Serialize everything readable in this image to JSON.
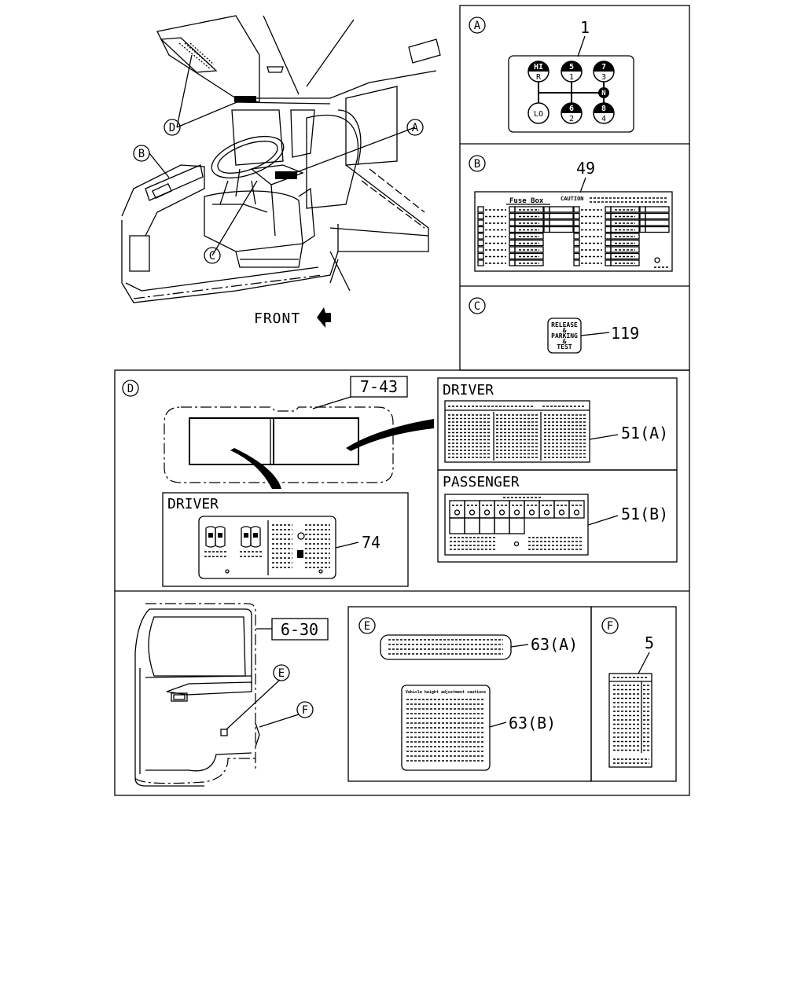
{
  "callouts": {
    "a": "A",
    "b": "B",
    "c": "C",
    "d": "D",
    "e": "E",
    "f": "F"
  },
  "cab": {
    "front_label": "FRONT"
  },
  "panel_a": {
    "label": "A",
    "part_no": "1",
    "shift_positions": [
      {
        "top": "HI",
        "bottom": "R"
      },
      {
        "top": "5",
        "bottom": "1"
      },
      {
        "top": "7",
        "bottom": "3"
      },
      {
        "top": "N",
        "bottom": ""
      },
      {
        "top": "",
        "bottom": "LO"
      },
      {
        "top": "6",
        "bottom": "2"
      },
      {
        "top": "8",
        "bottom": "4"
      }
    ]
  },
  "panel_b": {
    "label": "B",
    "part_no": "49",
    "title": "Fuse Box",
    "caution": "CAUTION"
  },
  "panel_c": {
    "label": "C",
    "part_no": "119",
    "tag_lines": [
      "RELEASE",
      "&",
      "PARKING",
      "&",
      "TEST"
    ]
  },
  "panel_d": {
    "label": "D",
    "ref": "7-43",
    "driver_top": {
      "title": "DRIVER",
      "part_no": "51(A)"
    },
    "passenger": {
      "title": "PASSENGER",
      "part_no": "51(B)"
    },
    "driver_bottom": {
      "title": "DRIVER",
      "part_no": "74"
    }
  },
  "door": {
    "ref": "6-30",
    "callout_e": "E",
    "callout_f": "F"
  },
  "panel_e": {
    "label": "E",
    "part_a": "63(A)",
    "part_b": "63(B)",
    "plate_title": "Vehicle height adjustment cautions"
  },
  "panel_f": {
    "label": "F",
    "part_no": "5"
  }
}
